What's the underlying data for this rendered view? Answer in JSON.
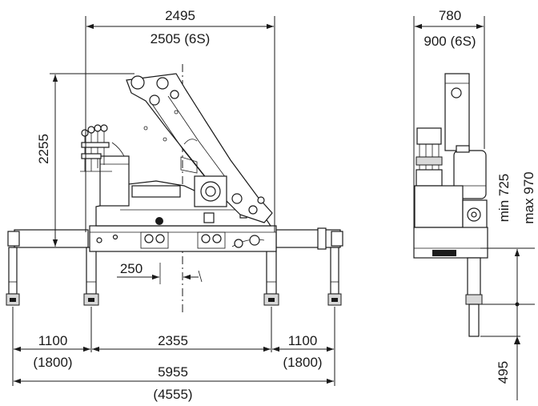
{
  "front_view": {
    "top_width": "2495",
    "top_width_6s": "2505 (6S)",
    "height": "2255",
    "offset": "250",
    "left_span": "1100",
    "left_span_alt": "(1800)",
    "center_span": "2355",
    "right_span": "1100",
    "right_span_alt": "(1800)",
    "total_span": "5955",
    "total_span_alt": "(4555)"
  },
  "side_view": {
    "width": "780",
    "width_6s": "900 (6S)",
    "min_height": "min 725",
    "max_height": "max 970",
    "stroke": "495"
  },
  "colors": {
    "background": "#ffffff",
    "line": "#1a1a1a",
    "shade": "#d9d9d9"
  }
}
